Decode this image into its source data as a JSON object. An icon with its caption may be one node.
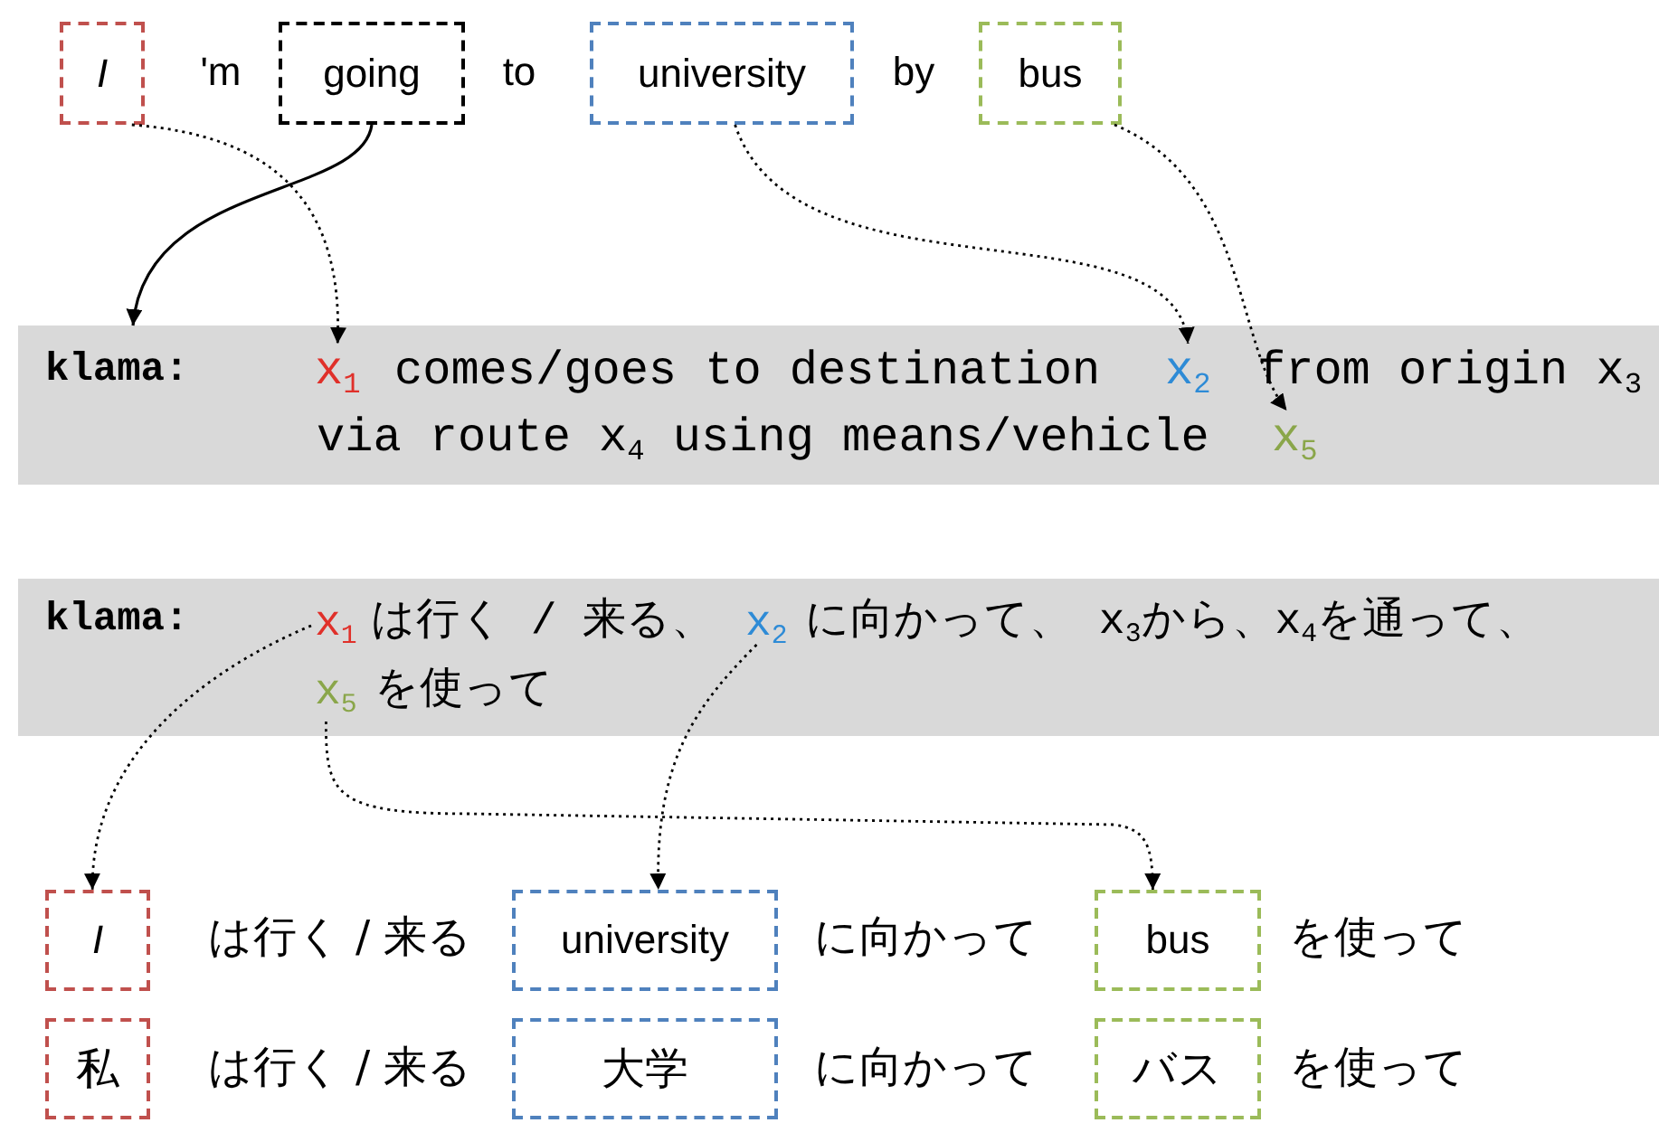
{
  "diagram": {
    "nodes": [
      {
        "text": [
          "I"
        ]
      },
      {
        "text": [
          "going"
        ]
      },
      {
        "text": [
          "university"
        ]
      },
      {
        "text": [
          "bus"
        ]
      },
      {
        "text": [
          "klama:",
          "comes/goes to destination",
          "from origin x$_{3}$",
          "via route x$_{4}$ using means/vehicle"
        ]
      },
      {
        "text": [
          "x$_{1}$"
        ],
        "in": 4
      },
      {
        "text": [
          "x$_{2}$"
        ],
        "in": 4
      },
      {
        "text": [
          "x$_{5}$"
        ],
        "in": 4
      },
      {
        "text": [
          "klama:",
          "は行く / 来る、",
          "に向かって、 x$_{3}$から、x$_{4}$を通って、",
          "を使って"
        ]
      },
      {
        "text": [
          "x$_{1}$"
        ],
        "in": 8
      },
      {
        "text": [
          "x$_{2}$"
        ],
        "in": 8
      },
      {
        "text": [
          "x$_{5}$"
        ],
        "in": 8
      },
      {
        "text": [
          "I"
        ]
      },
      {
        "text": [
          "university"
        ]
      },
      {
        "text": [
          "bus"
        ]
      },
      {
        "text": [
          "私"
        ]
      },
      {
        "text": [
          "大学"
        ]
      },
      {
        "text": [
          "バス"
        ]
      }
    ],
    "edges": [
      {
        "from": 0,
        "to": 5,
        "arrow": "to",
        "style": "dashed"
      },
      {
        "from": 1,
        "to": 4,
        "arrow": "to"
      },
      {
        "from": 2,
        "to": 6,
        "arrow": "to",
        "style": "dashed"
      },
      {
        "from": 3,
        "to": 7,
        "arrow": "to",
        "style": "dashed"
      },
      {
        "from": 9,
        "to": 12,
        "arrow": "to",
        "style": "dashed"
      },
      {
        "from": 10,
        "to": 13,
        "arrow": "to",
        "style": "dashed"
      },
      {
        "from": 11,
        "to": 14,
        "arrow": "to",
        "style": "dashed"
      }
    ],
    "labels": [
      "'m",
      "to",
      "by",
      "は行く / 来る",
      "に向かって",
      "を使って",
      "は行く / 来る",
      "に向かって",
      "を使って"
    ]
  }
}
